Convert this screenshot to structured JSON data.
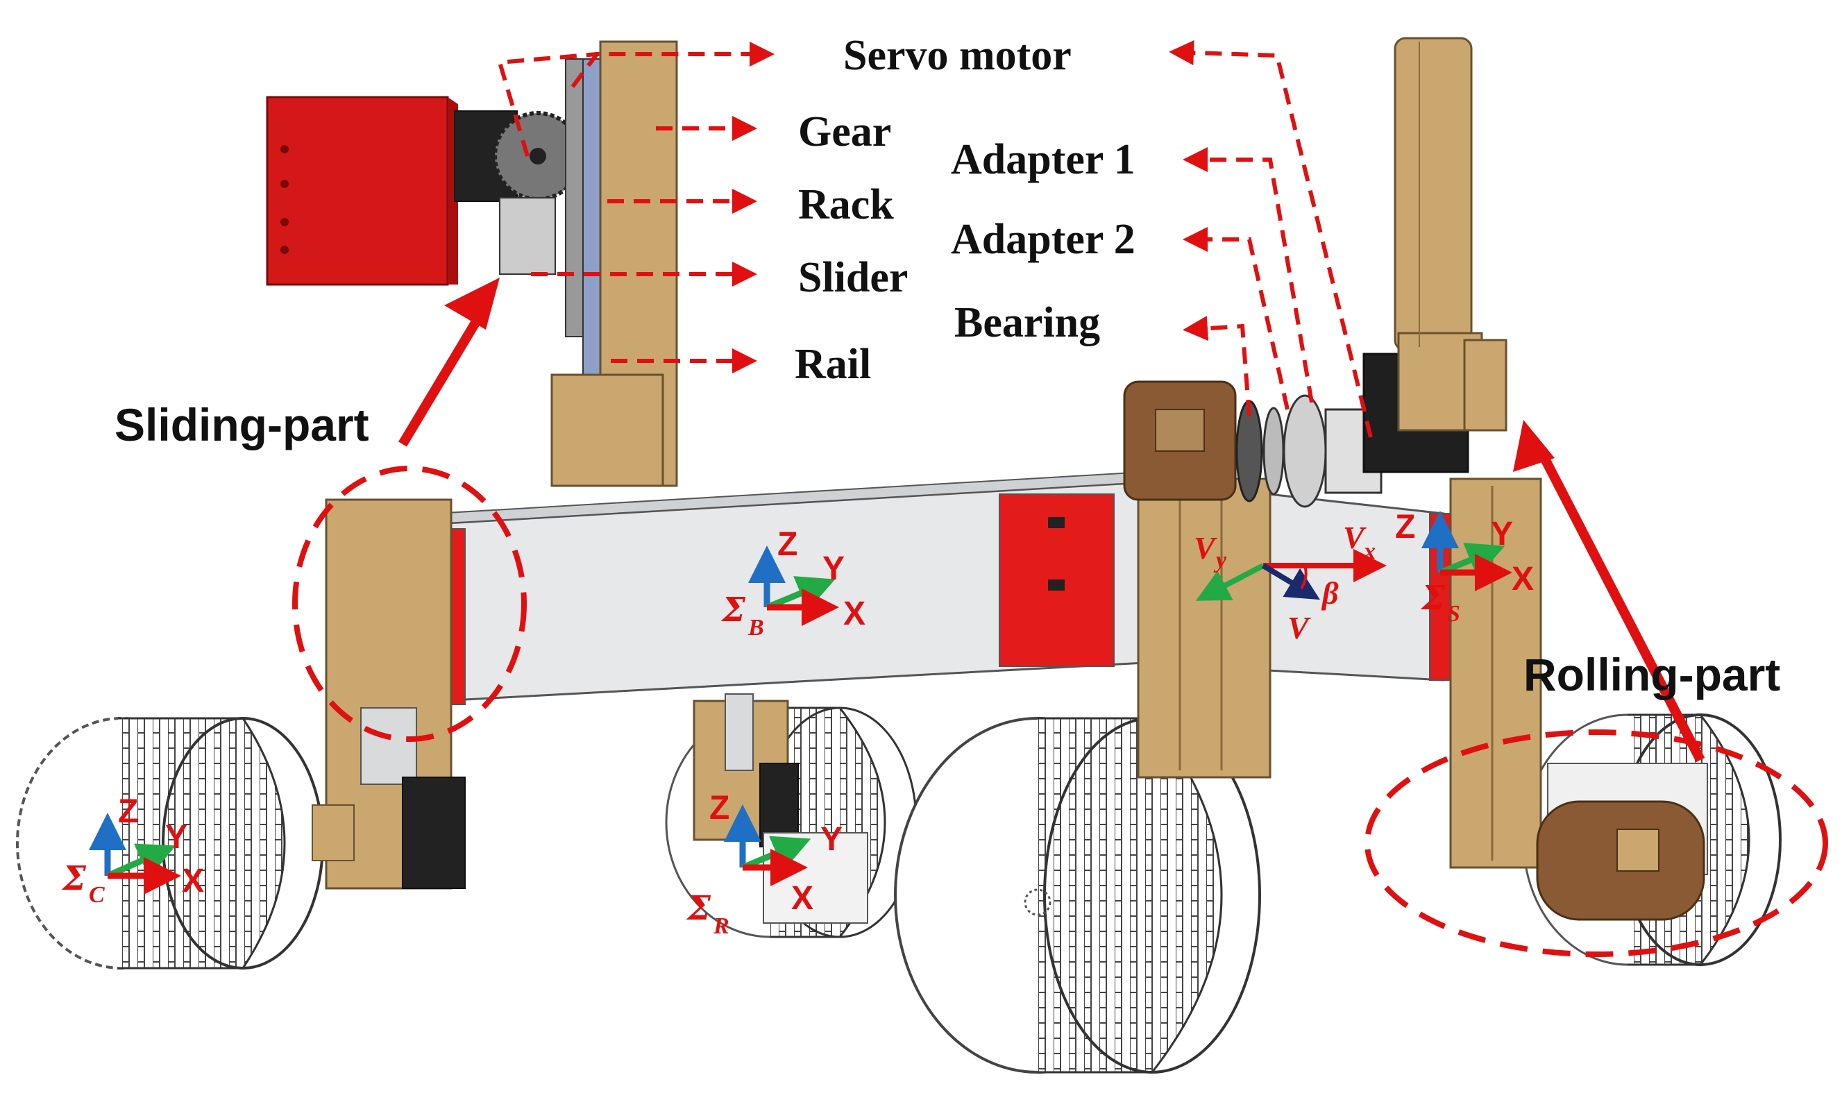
{
  "labels": {
    "servo_motor": "Servo motor",
    "gear": "Gear",
    "rack": "Rack",
    "slider": "Slider",
    "rail": "Rail",
    "adapter1": "Adapter 1",
    "adapter2": "Adapter 2",
    "bearing": "Bearing",
    "sliding_part": "Sliding-part",
    "rolling_part": "Rolling-part"
  },
  "frames": {
    "B": {
      "sigma": "Σ",
      "sub": "B",
      "x": "X",
      "y": "Y",
      "z": "Z"
    },
    "C": {
      "sigma": "Σ",
      "sub": "C",
      "x": "X",
      "y": "Y",
      "z": "Z"
    },
    "R": {
      "sigma": "Σ",
      "sub": "R",
      "x": "X",
      "y": "Y",
      "z": "Z"
    },
    "S": {
      "sigma": "Σ",
      "sub": "S",
      "x": "X",
      "y": "Y",
      "z": "Z"
    }
  },
  "velocity": {
    "vx_main": "V",
    "vx_sub": "x",
    "vy_main": "V",
    "vy_sub": "y",
    "v": "V",
    "beta": "β"
  },
  "colors": {
    "red_part": "#e31b1b",
    "brass": "#c9a76e",
    "brass_dark": "#8a6a3c",
    "body": "#e6e8ea",
    "annotation": "#e01010",
    "z_axis": "#1f6fc4",
    "y_axis": "#22aa44"
  }
}
